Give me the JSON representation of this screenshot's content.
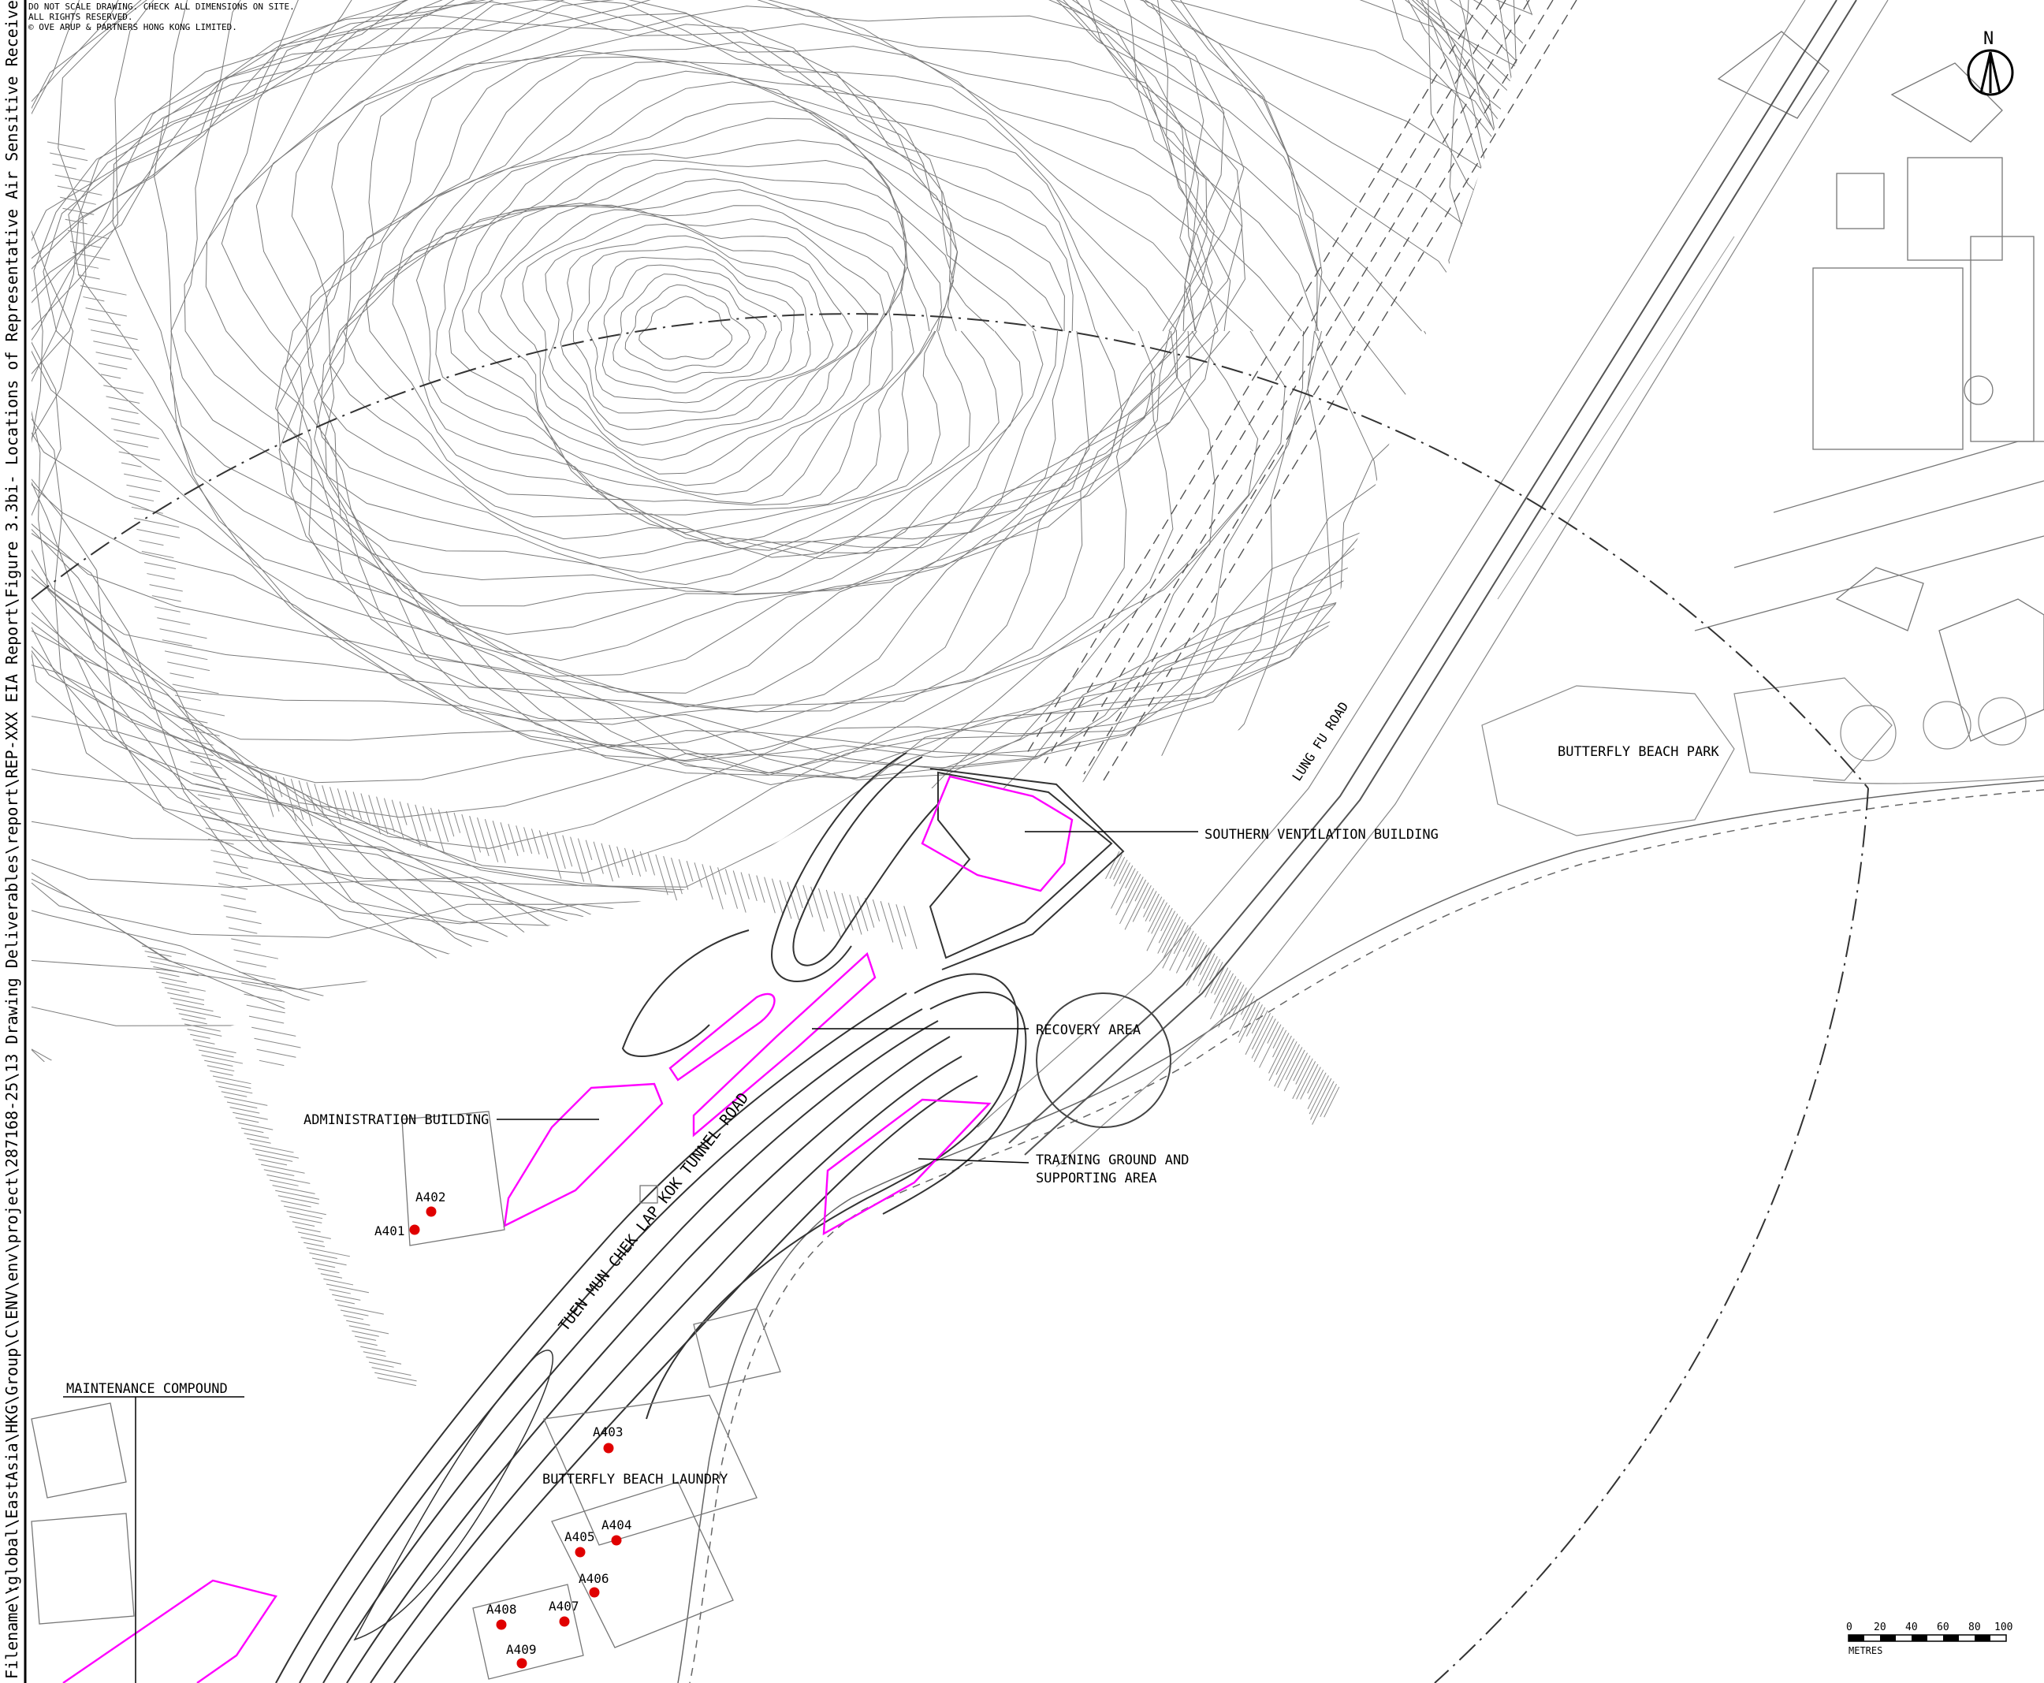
{
  "title_strip": {
    "notes": [
      "DO NOT SCALE DRAWING. CHECK ALL DIMENSIONS ON SITE.",
      "ALL RIGHTS RESERVED.",
      "©  OVE ARUP & PARTNERS HONG KONG LIMITED."
    ],
    "filename_label": "Filename :",
    "path": "\\\\global\\EastAsia\\HKG\\Group\\C\\ENV\\env\\project\\287168-25\\13 Drawing Deliverables\\report\\REP-XXX EIA Report\\Figure 3.3bi- Locations of Representative Air Sensitive Receivers in Pillar Point during OperationalPhase.dgn"
  },
  "north_arrow": {
    "label": "N"
  },
  "area_labels": {
    "southern_ventilation": "SOUTHERN VENTILATION BUILDING",
    "recovery_area": "RECOVERY AREA",
    "administration": "ADMINISTRATION BUILDING",
    "training_line1": "TRAINING GROUND AND",
    "training_line2": "SUPPORTING AREA",
    "maintenance": "MAINTENANCE COMPOUND",
    "laundry": "BUTTERFLY BEACH LAUNDRY",
    "park": "BUTTERFLY BEACH PARK"
  },
  "road_labels": {
    "lung_fu": "LUNG FU ROAD",
    "tunnel": "TUEN MUN CHEK LAP KOK TUNNEL ROAD"
  },
  "receivers": [
    {
      "id": "A401"
    },
    {
      "id": "A402"
    },
    {
      "id": "A403"
    },
    {
      "id": "A404"
    },
    {
      "id": "A405"
    },
    {
      "id": "A406"
    },
    {
      "id": "A407"
    },
    {
      "id": "A408"
    },
    {
      "id": "A409"
    }
  ],
  "scale_bar": {
    "ticks": [
      "0",
      "20",
      "40",
      "60",
      "80",
      "100"
    ],
    "unit": "METRES"
  },
  "colors": {
    "site_boundary": "#ff00ff",
    "receiver": "#e00000",
    "linework": "#6e6e6e"
  }
}
